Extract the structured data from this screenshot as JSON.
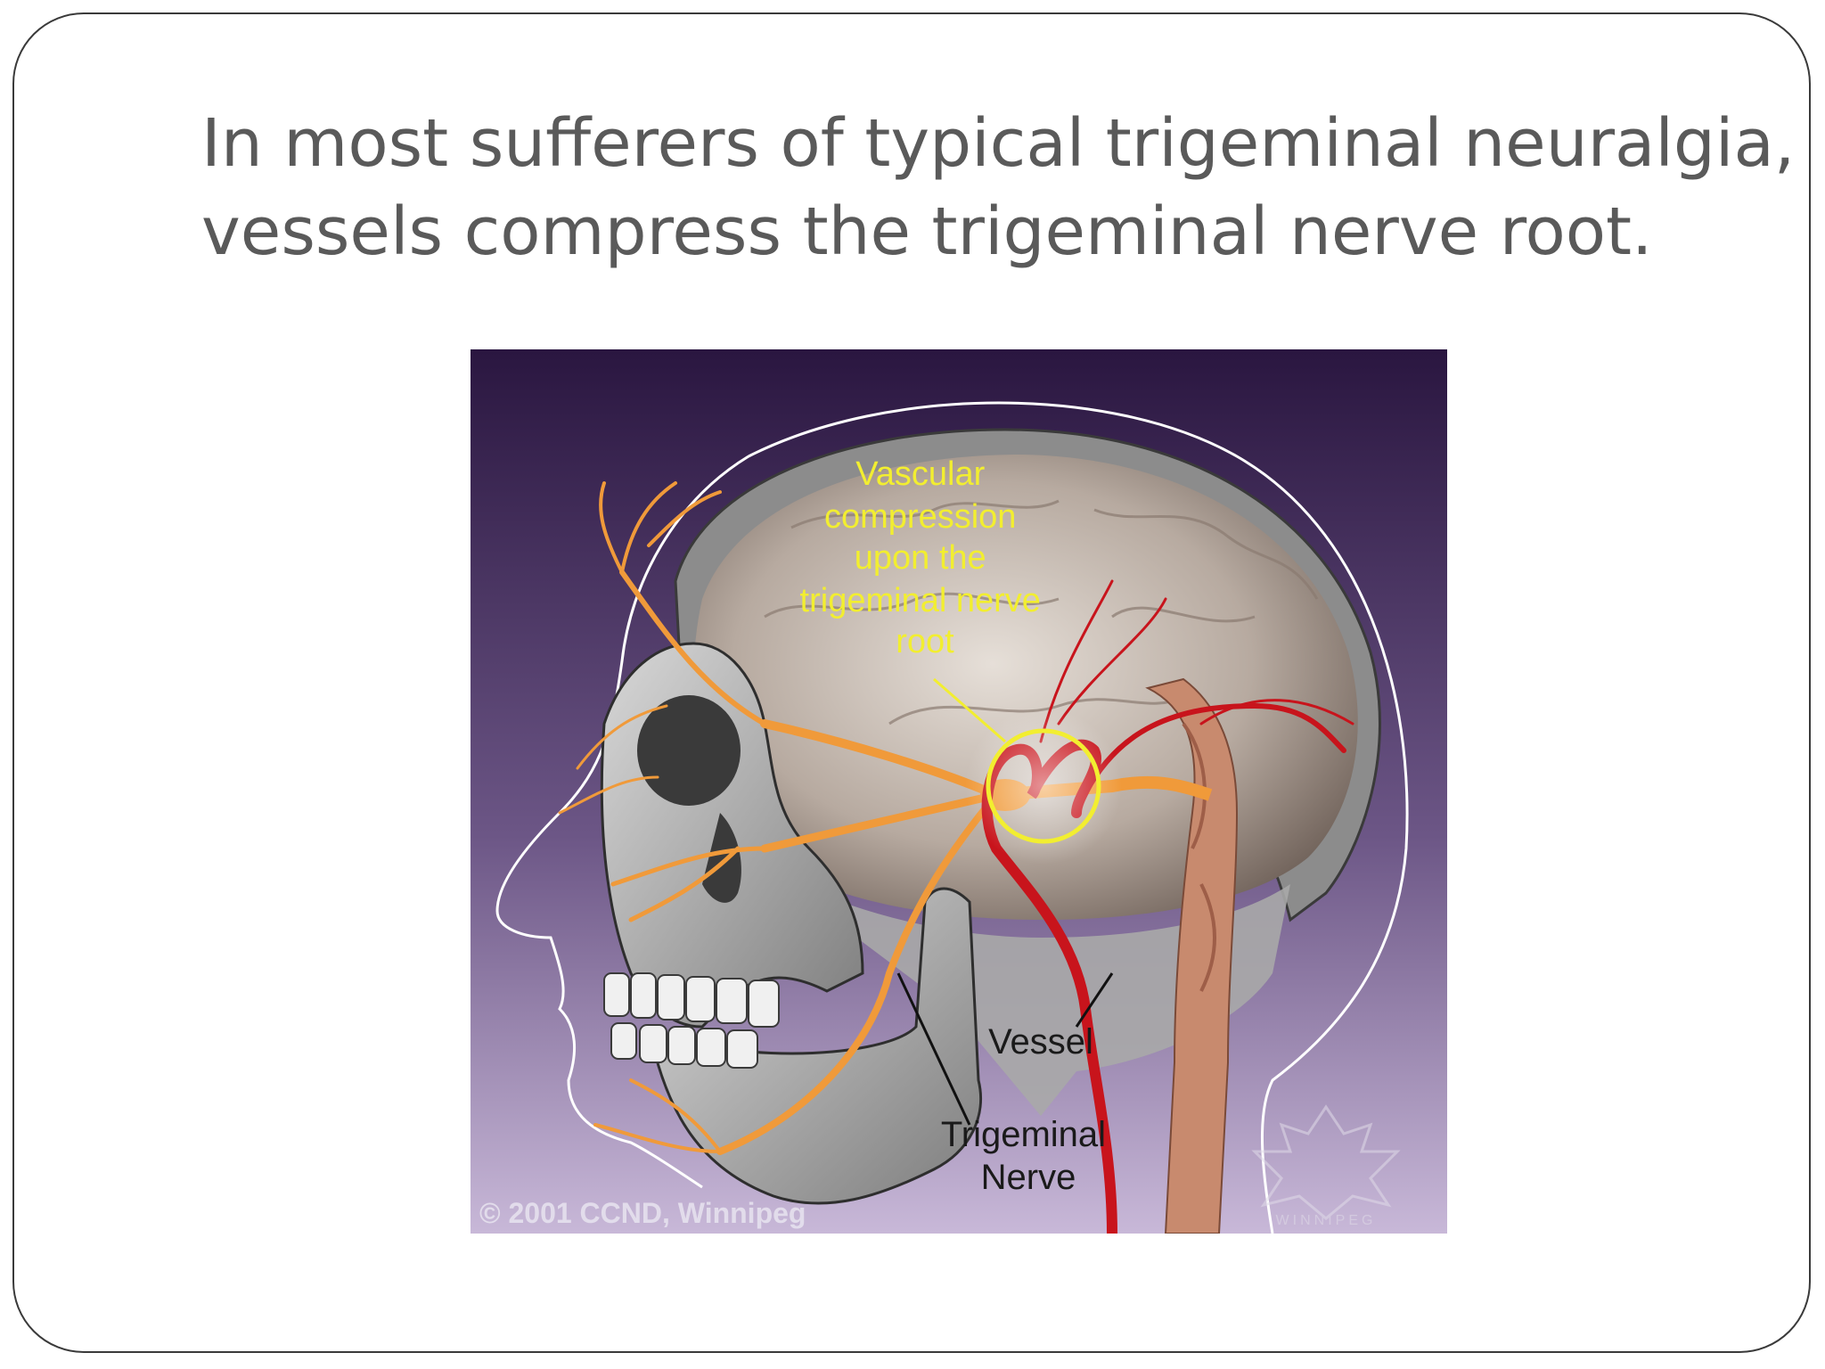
{
  "slide": {
    "title_lines": [
      "In most sufferers of typical trigeminal neuralgia,",
      "vessels compress the trigeminal nerve root."
    ]
  },
  "figure": {
    "annotation_lines": [
      "Vascular",
      "compression",
      "upon the",
      "trigeminal nerve",
      "root"
    ],
    "vessel_label": "Vessel",
    "nerve_label_lines": [
      "Trigeminal",
      "Nerve"
    ],
    "copyright": "© 2001 CCND, Winnipeg",
    "watermark_text": "WINNIPEG",
    "colors": {
      "background_top": "#2a1640",
      "background_bottom": "#c8b8d8",
      "nerve": "#f09a3a",
      "vessel": "#c8141c",
      "annotation": "#f2ee30"
    }
  }
}
